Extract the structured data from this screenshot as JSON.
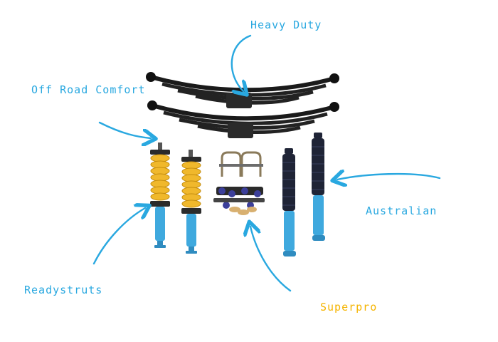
{
  "labels": {
    "heavy_duty": "Heavy Duty",
    "off_road_comfort": "Off Road Comfort",
    "australian": "Australian",
    "readystruts": "Readystruts",
    "superpro": "Superpro"
  },
  "colors": {
    "label_blue": "#29a8e0",
    "label_yellow": "#f5b400",
    "spring_black": "#1a1a1a",
    "coil_yellow": "#f0b82c",
    "shock_blue": "#3fa9de",
    "shock_boot": "#1f2436"
  }
}
